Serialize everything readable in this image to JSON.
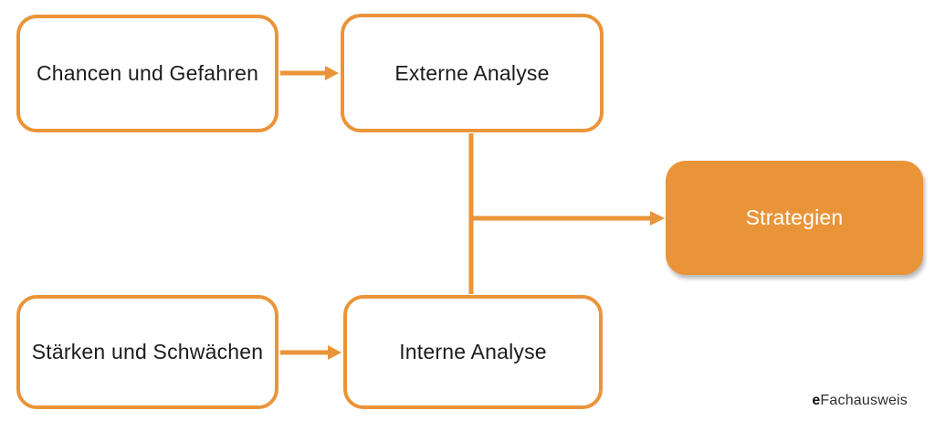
{
  "diagram": {
    "type": "flowchart",
    "nodes": {
      "chancen": {
        "label": "Chancen und Gefahren"
      },
      "externe": {
        "label": "Externe Analyse"
      },
      "staerken": {
        "label": "Stärken und Schwächen"
      },
      "interne": {
        "label": "Interne Analyse"
      },
      "strategien": {
        "label": "Strategien"
      }
    },
    "edges": [
      {
        "from": "chancen",
        "to": "externe",
        "style": "arrow"
      },
      {
        "from": "staerken",
        "to": "interne",
        "style": "arrow"
      },
      {
        "from": "externe",
        "to": "junction",
        "style": "line"
      },
      {
        "from": "interne",
        "to": "junction",
        "style": "line"
      },
      {
        "from": "junction",
        "to": "strategien",
        "style": "arrow"
      }
    ],
    "colors": {
      "accent_orange": "#ea9439",
      "node_background": "#ffffff",
      "node_text": "#1c1c1c",
      "strategien_text": "#ffffff"
    },
    "watermark": {
      "bold_part": "e",
      "regular_part": "Fachausweis"
    }
  }
}
